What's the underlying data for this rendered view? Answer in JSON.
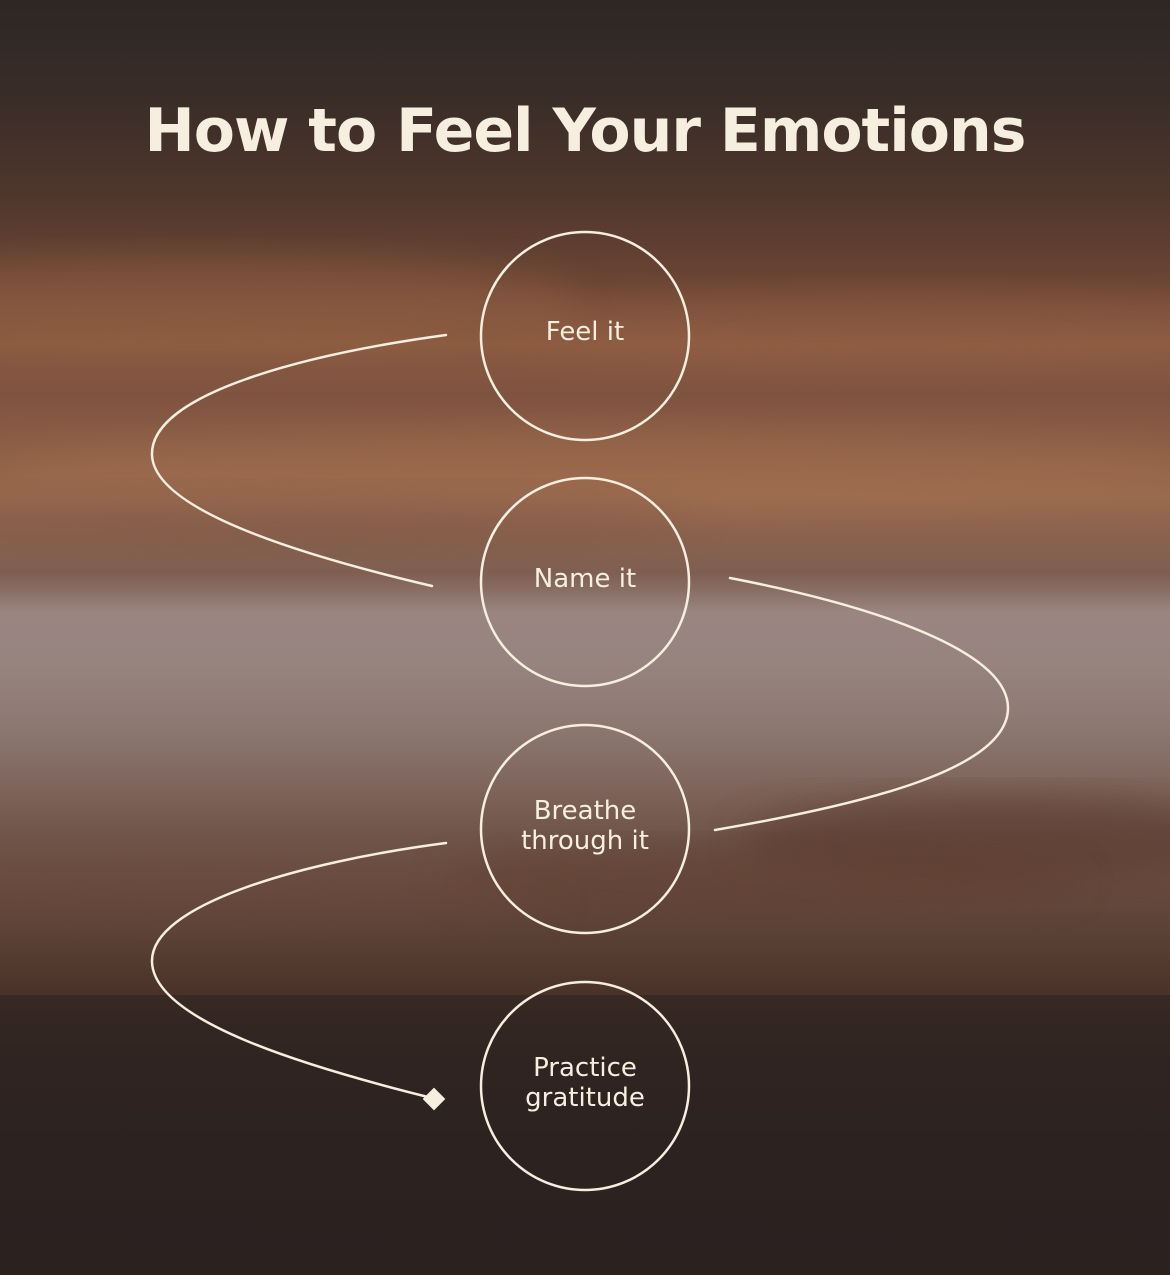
{
  "title": "How to Feel Your Emotions",
  "steps": [
    {
      "label": "Feel it"
    },
    {
      "label": "Name it"
    },
    {
      "label": "Breathe\nthrough it"
    },
    {
      "label": "Practice\ngratitude"
    }
  ],
  "colors": {
    "line": "#f6eedf",
    "text": "#f6eedf"
  }
}
